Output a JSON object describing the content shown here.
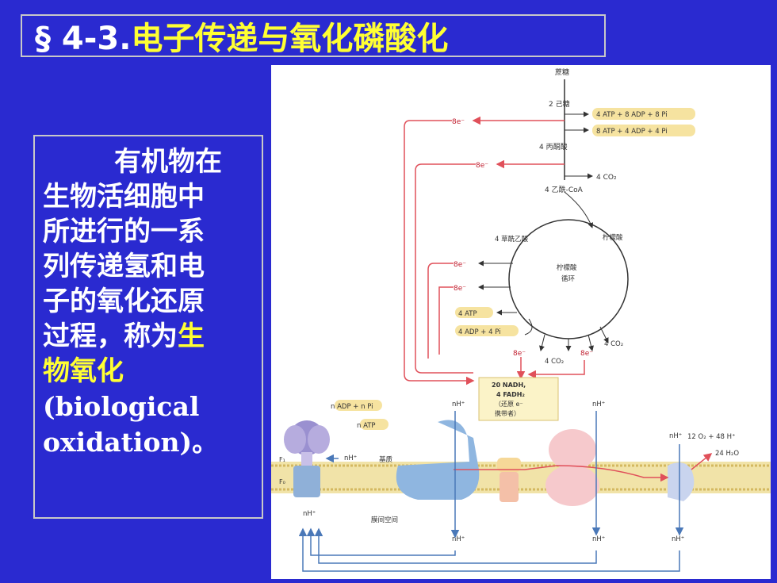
{
  "title": {
    "section": "§ 4-3.",
    "text": "电子传递与氧化磷酸化"
  },
  "body": {
    "line1": "有机物在",
    "line2": "生物活细胞中",
    "line3": "所进行的一系",
    "line4": "列传递氢和电",
    "line5": "子的氧化还原",
    "line6_pre": "过程，称为",
    "line6_hl": "生",
    "line7_hl": "物氧化",
    "en1": "(biological",
    "en2": "oxidation)。"
  },
  "diagram": {
    "sucrose": "蔗糖",
    "hexose": "2 己糖",
    "atp_8adp_8pi": "4 ATP + 8 ADP + 8 Pi",
    "eight_atp": "8 ATP + 4 ADP + 4 Pi",
    "pyruvate": "4 丙酮酸",
    "co2_4": "4 CO₂",
    "acetyl_coa": "4 乙酰-CoA",
    "oxaloacetate": "4 草酰乙酸",
    "citrate": "柠檬酸",
    "cycle_1": "柠檬酸",
    "cycle_2": "循环",
    "atp4": "4 ATP",
    "adp4": "4 ADP + 4 Pi",
    "e8": "8e⁻",
    "nadh_1": "20 NADH,",
    "nadh_2": "4 FADH₂",
    "nadh_3": "（还原 e⁻",
    "nadh_4": "携带者）",
    "nadp": "n ADP + n Pi",
    "natp": "n ATP",
    "nh": "nH⁺",
    "matrix": "基质",
    "intermembrane": "膜间空间",
    "f1": "F₁",
    "f0": "F₀",
    "o2": "12 O₂ + 48 H⁺",
    "h2o": "24 H₂O",
    "colors": {
      "bg": "#2a2ad0",
      "accent": "#ffff33",
      "arrow_red": "#e0505a",
      "arrow_blue": "#4a78b8"
    }
  }
}
